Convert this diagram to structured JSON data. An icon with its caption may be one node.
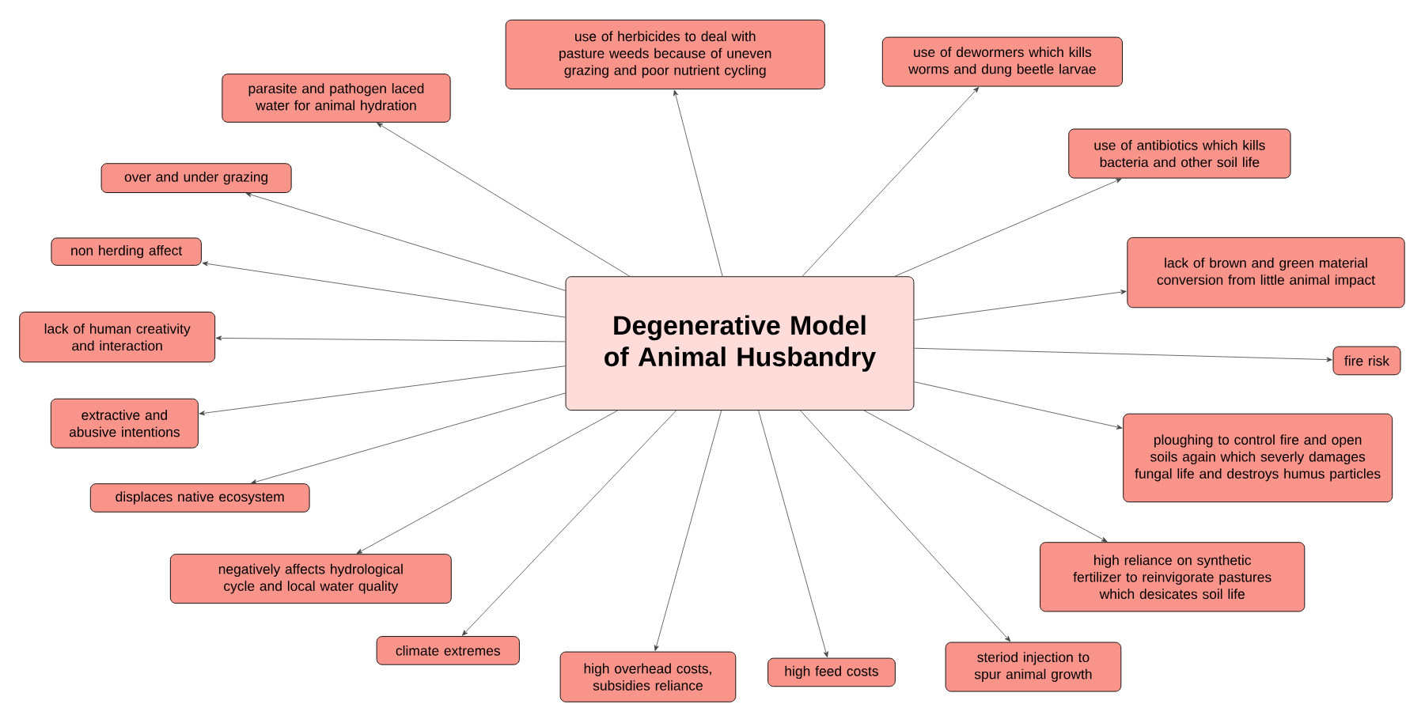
{
  "diagram": {
    "nodes": [
      {
        "text": [
          "Degenerative Model of Animal Husbandry"
        ]
      },
      {
        "text": [
          "use of herbicides to deal with pasture weeds because of uneven grazing and poor nutrient cycling"
        ]
      },
      {
        "text": [
          "use of dewormers which kills worms and dung beetle larvae"
        ]
      },
      {
        "text": [
          "parasite and pathogen laced water for animal hydration"
        ]
      },
      {
        "text": [
          "use of antibiotics which kills bacteria and other soil life"
        ]
      },
      {
        "text": [
          "over and under grazing"
        ]
      },
      {
        "text": [
          "non herding affect"
        ]
      },
      {
        "text": [
          "lack of brown and green material conversion from little animal impact"
        ]
      },
      {
        "text": [
          "lack of human creativity and interaction"
        ]
      },
      {
        "text": [
          "fire risk"
        ]
      },
      {
        "text": [
          "extractive and abusive intentions"
        ]
      },
      {
        "text": [
          "ploughing to control fire and open soils again which severly damages fungal life and destroys humus particles"
        ]
      },
      {
        "text": [
          "displaces native ecosystem"
        ]
      },
      {
        "text": [
          "high reliance on synthetic fertilizer to reinvigorate pastures which desicates soil life"
        ]
      },
      {
        "text": [
          "negatively affects hydrological cycle and local water quality"
        ]
      },
      {
        "text": [
          "climate extremes"
        ]
      },
      {
        "text": [
          "high overhead costs, subsidies reliance"
        ]
      },
      {
        "text": [
          "high feed costs"
        ]
      },
      {
        "text": [
          "steriod injection to spur animal growth"
        ]
      }
    ],
    "edges": [
      {
        "from": 0,
        "to": 1,
        "arrow": "to"
      },
      {
        "from": 0,
        "to": 2,
        "arrow": "to"
      },
      {
        "from": 0,
        "to": 3,
        "arrow": "to"
      },
      {
        "from": 0,
        "to": 4,
        "arrow": "to"
      },
      {
        "from": 0,
        "to": 5,
        "arrow": "to"
      },
      {
        "from": 0,
        "to": 6,
        "arrow": "to"
      },
      {
        "from": 0,
        "to": 7,
        "arrow": "to"
      },
      {
        "from": 0,
        "to": 8,
        "arrow": "to"
      },
      {
        "from": 0,
        "to": 9,
        "arrow": "to"
      },
      {
        "from": 0,
        "to": 10,
        "arrow": "to"
      },
      {
        "from": 0,
        "to": 11,
        "arrow": "to"
      },
      {
        "from": 0,
        "to": 12,
        "arrow": "to"
      },
      {
        "from": 0,
        "to": 13,
        "arrow": "to"
      },
      {
        "from": 0,
        "to": 14,
        "arrow": "to"
      },
      {
        "from": 0,
        "to": 15,
        "arrow": "to"
      },
      {
        "from": 0,
        "to": 16,
        "arrow": "to"
      },
      {
        "from": 0,
        "to": 17,
        "arrow": "to"
      },
      {
        "from": 0,
        "to": 18,
        "arrow": "to"
      }
    ]
  }
}
